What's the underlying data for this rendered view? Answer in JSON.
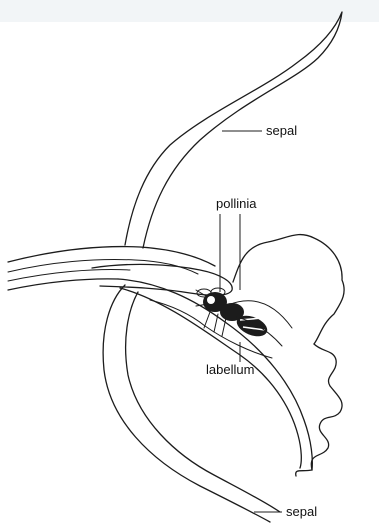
{
  "diagram": {
    "labels": {
      "sepal_top": "sepal",
      "pollinia": "pollinia",
      "labellum": "labellum",
      "sepal_bottom": "sepal"
    }
  },
  "colors": {
    "background": "#ffffff",
    "line": "#1c1c1c",
    "scan_tint": "#e7ecf1"
  }
}
